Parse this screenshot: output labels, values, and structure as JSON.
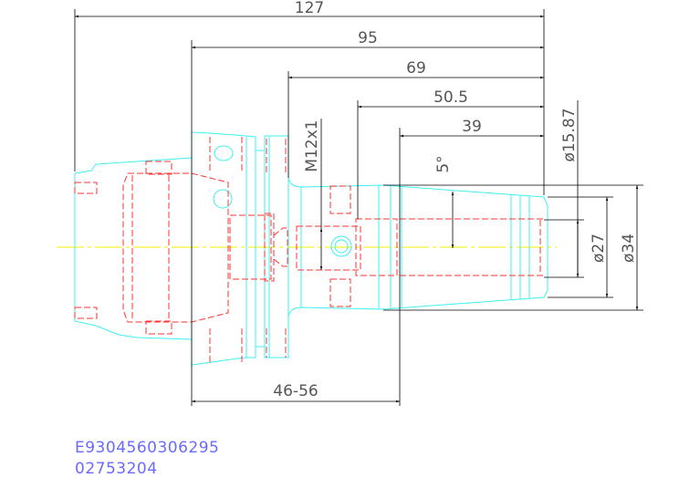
{
  "dimensions": {
    "overall_length": "127",
    "flange_to_tip": "95",
    "shank_to_tip": "69",
    "thread_to_tip": "50.5",
    "taper_length": "39",
    "thread": "M12x1",
    "taper_angle": "5°",
    "bore_diameter": "ø15.87",
    "tip_diameter": "ø27",
    "taper_diameter": "ø34",
    "clamping_range": "46-56"
  },
  "part_codes": {
    "code_1": "E9304560306295",
    "code_2": "02753204"
  },
  "colors": {
    "outline": "#3ff0f0",
    "hidden": "#ff3030",
    "centerline": "#f0f000",
    "dimension": "#000000",
    "code_text": "#6a6aff"
  }
}
